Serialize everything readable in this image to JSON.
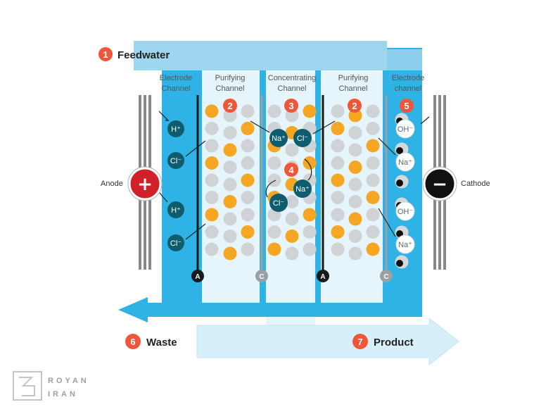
{
  "steps": {
    "feedwater": {
      "num": "1",
      "label": "Feedwater"
    },
    "purifying_left": {
      "num": "2"
    },
    "concentrating": {
      "num": "3"
    },
    "purifying_right": {
      "num": "2"
    },
    "inner": {
      "num": "4"
    },
    "electrode_right": {
      "num": "5"
    },
    "waste": {
      "num": "6",
      "label": "Waste"
    },
    "product": {
      "num": "7",
      "label": "Product"
    }
  },
  "channels": {
    "electrode_left": [
      "Electrode",
      "Channel"
    ],
    "purifying_left": [
      "Purifying",
      "Channel"
    ],
    "concentrating": [
      "Concentrating",
      "Channel"
    ],
    "purifying_right": [
      "Purifying",
      "Channel"
    ],
    "electrode_right": [
      "Electrode",
      "channel"
    ]
  },
  "electrodes": {
    "anode": {
      "label": "Anode",
      "symbol": "+"
    },
    "cathode": {
      "label": "Cathode",
      "symbol": "−"
    }
  },
  "membranes": {
    "anion": "A",
    "cation": "C"
  },
  "ions": {
    "h_plus": "H⁺",
    "cl_minus": "Cl⁻",
    "na_plus": "Na⁺",
    "oh_minus": "OH⁻"
  },
  "logo": {
    "line1": "ROYAN",
    "line2": "IRAN"
  },
  "colors": {
    "water": "#2fb3e6",
    "water_light": "#bfe6f6",
    "orange": "#f5a623",
    "grey": "#cfd3d6",
    "step": "#f0563a",
    "ion_dark": "#0e5d6e",
    "membrane": "#1a1a1a"
  }
}
